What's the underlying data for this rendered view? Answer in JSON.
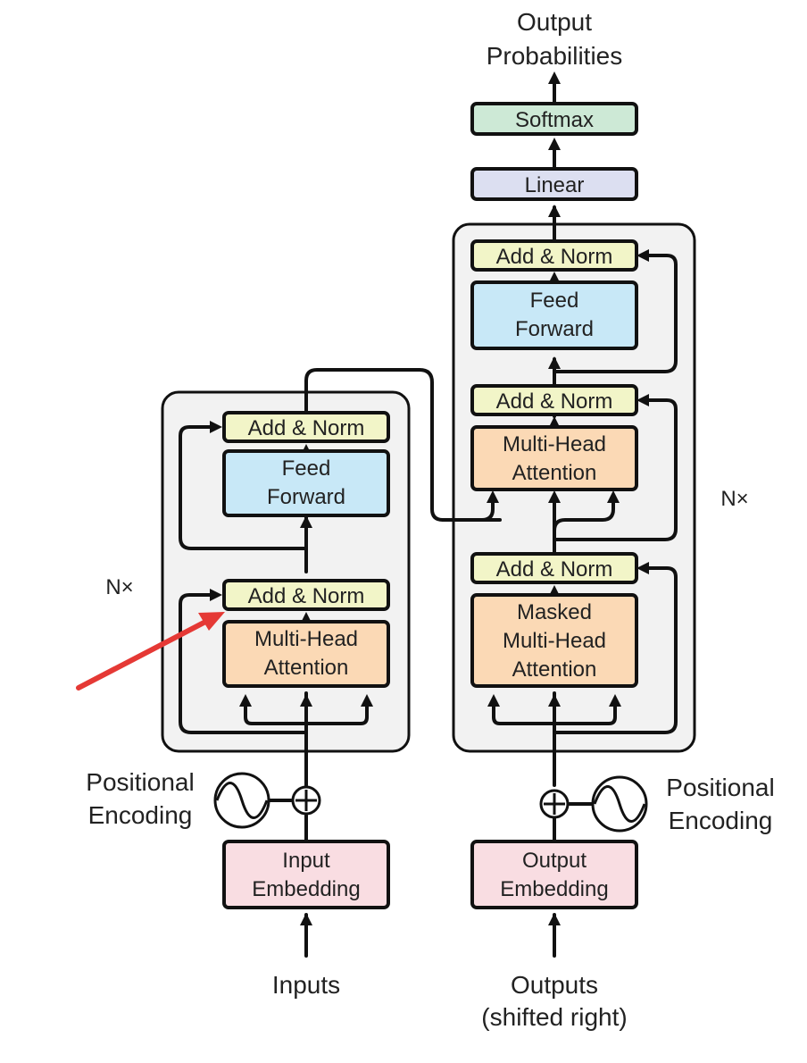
{
  "colors": {
    "add_norm": "#f2f5c8",
    "feed_forward": "#c8e8f7",
    "attention": "#fbd9b5",
    "embedding": "#f9dde2",
    "linear": "#dcdff1",
    "softmax": "#cde9d6",
    "container": "#f2f2f2",
    "annotation_arrow": "#e53935"
  },
  "output_top": {
    "line1": "Output",
    "line2": "Probabilities"
  },
  "softmax": {
    "label": "Softmax"
  },
  "linear": {
    "label": "Linear"
  },
  "encoder": {
    "nx": "N×",
    "add_norm_top": "Add & Norm",
    "feed_forward": {
      "line1": "Feed",
      "line2": "Forward"
    },
    "add_norm_bottom": "Add & Norm",
    "attention": {
      "line1": "Multi-Head",
      "line2": "Attention"
    },
    "positional": {
      "line1": "Positional",
      "line2": "Encoding"
    },
    "embedding": {
      "line1": "Input",
      "line2": "Embedding"
    },
    "input_label": "Inputs"
  },
  "decoder": {
    "nx": "N×",
    "add_norm_top": "Add & Norm",
    "feed_forward": {
      "line1": "Feed",
      "line2": "Forward"
    },
    "add_norm_mid": "Add & Norm",
    "cross_attention": {
      "line1": "Multi-Head",
      "line2": "Attention"
    },
    "add_norm_bottom": "Add & Norm",
    "masked_attention": {
      "line1": "Masked",
      "line2": "Multi-Head",
      "line3": "Attention"
    },
    "positional": {
      "line1": "Positional",
      "line2": "Encoding"
    },
    "embedding": {
      "line1": "Output",
      "line2": "Embedding"
    },
    "output_label": {
      "line1": "Outputs",
      "line2": "(shifted right)"
    }
  },
  "icons": [
    "plus-circle-icon",
    "sine-wave-icon",
    "arrow-icon"
  ]
}
